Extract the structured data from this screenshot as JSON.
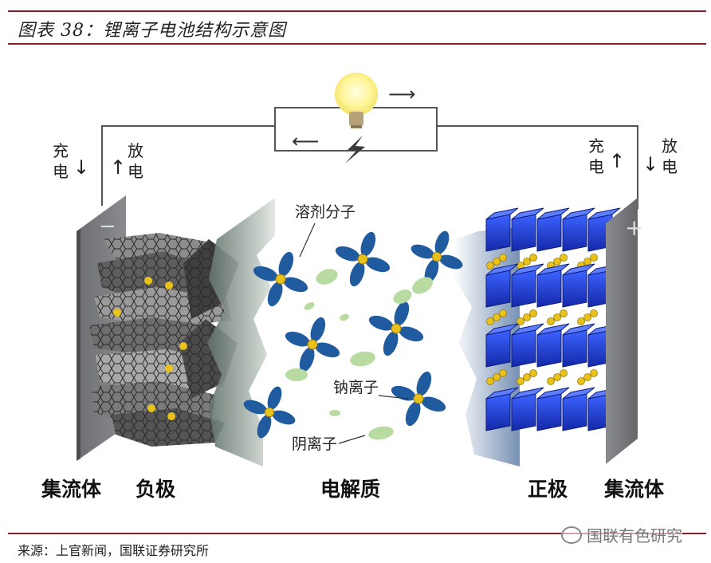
{
  "header": {
    "title": "图表 38：锂离子电池结构示意图"
  },
  "diagram": {
    "left_charge": [
      "充",
      "电"
    ],
    "left_discharge": [
      "放",
      "电"
    ],
    "right_charge": [
      "充",
      "电"
    ],
    "right_discharge": [
      "放",
      "电"
    ],
    "minus_sign": "−",
    "plus_sign": "+",
    "arrow_right": "⟶",
    "arrow_left": "⟵",
    "solvent_label": "溶剂分子",
    "sodium_label": "钠离子",
    "anion_label": "阴离子",
    "bottom": {
      "collector_left": "集流体",
      "anode": "负极",
      "electrolyte": "电解质",
      "cathode": "正极",
      "collector_right": "集流体"
    }
  },
  "footer": {
    "source": "来源：上官新闻，国联证券研究所",
    "watermark": "国联有色研究"
  },
  "colors": {
    "rule": "#8b1c2a",
    "solvent_blue": "#1f5b9e",
    "ion_yellow": "#e8c21a",
    "anion_green": "#b7dba1",
    "cathode_blue": "#1e3fd0"
  }
}
